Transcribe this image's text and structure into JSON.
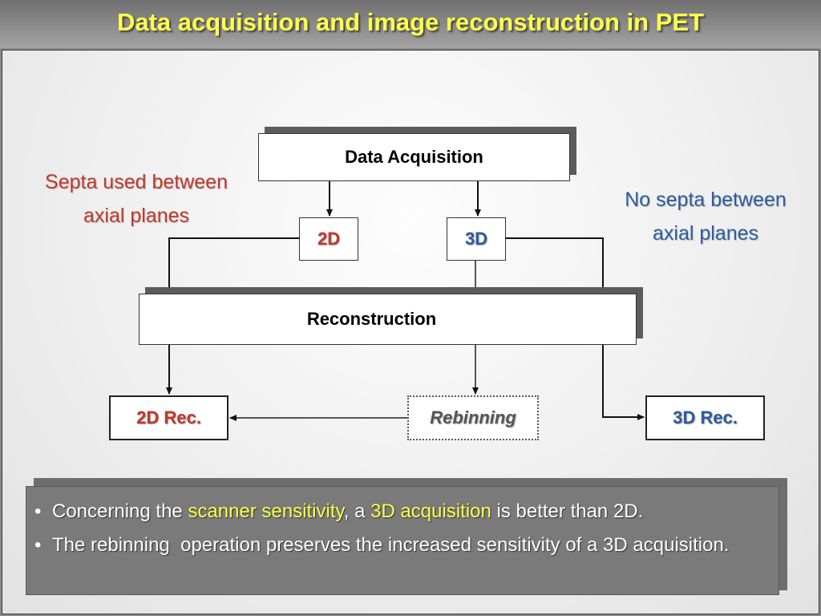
{
  "slide": {
    "title": "Data acquisition and image reconstruction in PET"
  },
  "diagram": {
    "data_acquisition": "Data Acquisition",
    "mode_2d": "2D",
    "mode_3d": "3D",
    "reconstruction": "Reconstruction",
    "rec_2d": "2D Rec.",
    "rebinning": "Rebinning",
    "rec_3d": "3D Rec."
  },
  "notes": {
    "left": [
      "Septa used between",
      "axial planes"
    ],
    "right": [
      "No septa between",
      "axial planes"
    ]
  },
  "bullets": [
    {
      "parts": [
        {
          "text": "Concerning the ",
          "hl": false
        },
        {
          "text": "scanner sensitivity",
          "hl": true
        },
        {
          "text": ", a ",
          "hl": false
        },
        {
          "text": "3D acquisition",
          "hl": true
        },
        {
          "text": " is better than 2D.",
          "hl": false
        }
      ]
    },
    {
      "parts": [
        {
          "text": "The rebinning  operation preserves the increased sensitivity of a 3D acquisition.",
          "hl": false
        }
      ]
    }
  ],
  "colors": {
    "title": "#ffff4d",
    "red_label": "#c0392b",
    "blue_label": "#2e5c9e",
    "highlight": "#ffff4d"
  }
}
